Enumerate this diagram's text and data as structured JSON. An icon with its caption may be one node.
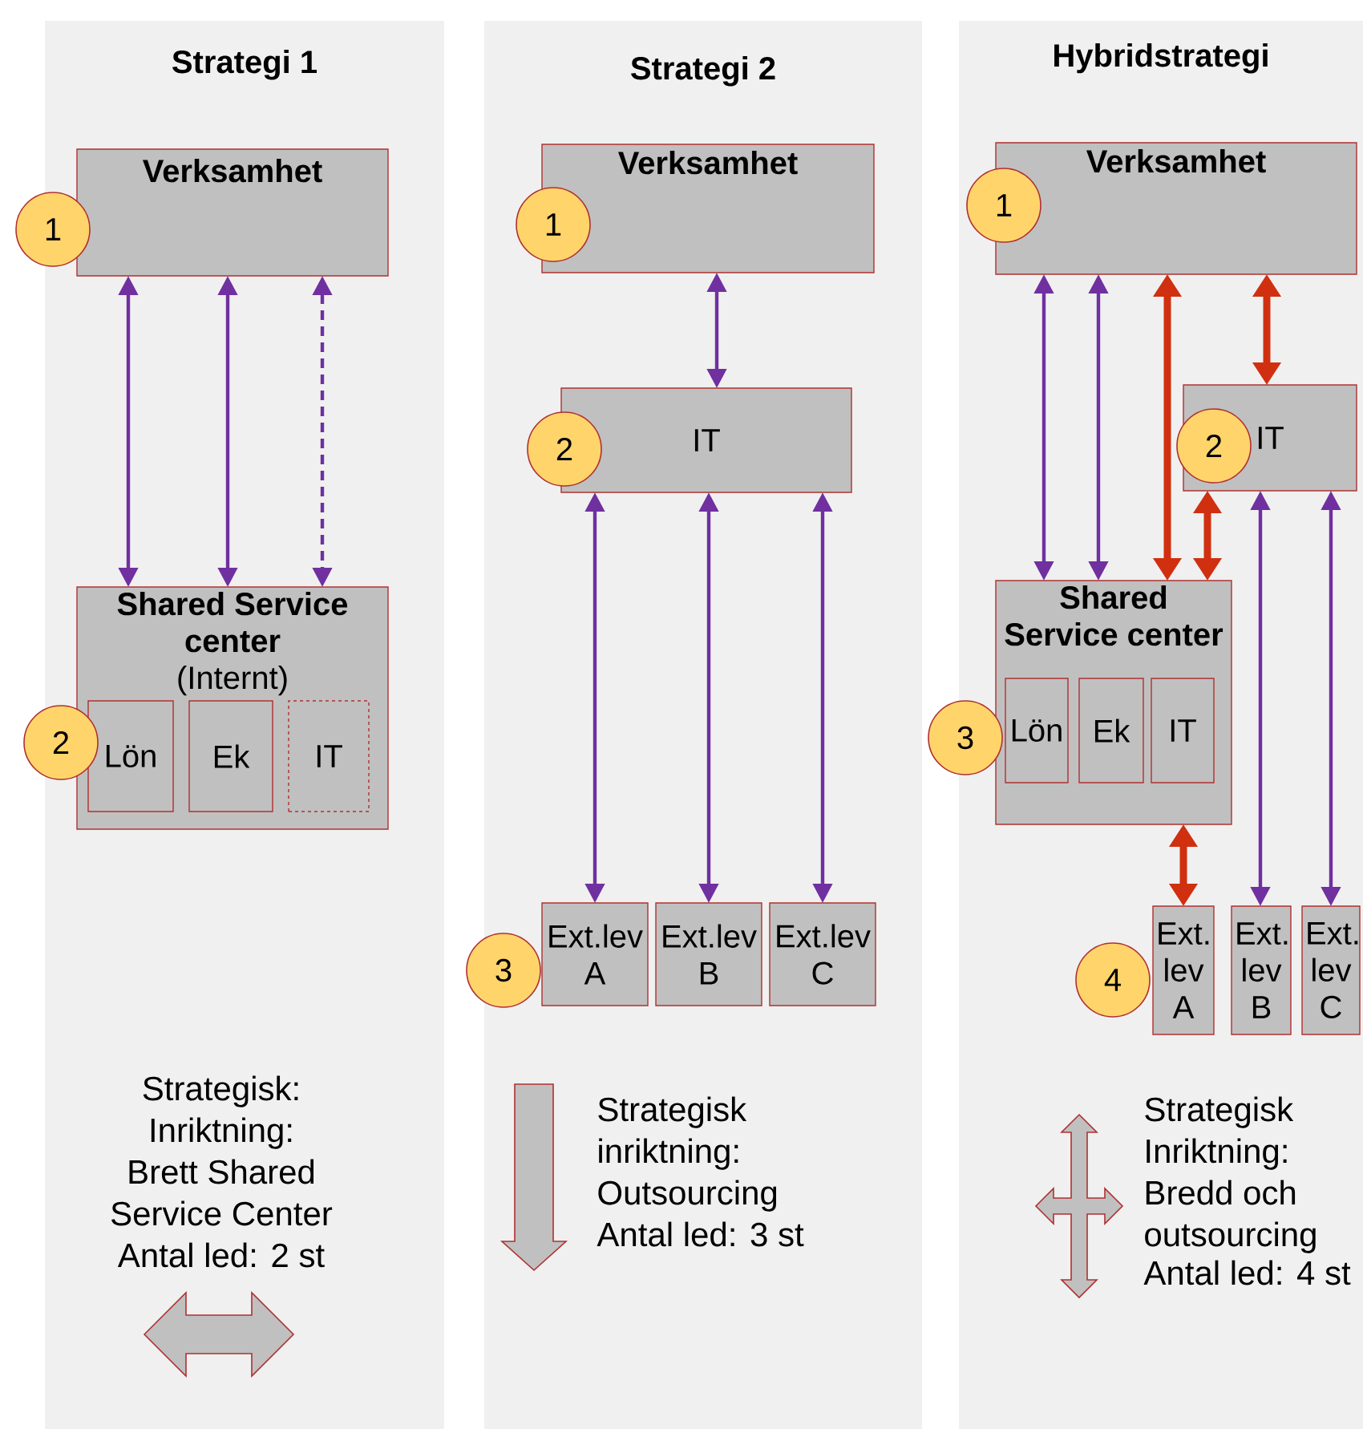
{
  "diagram": {
    "nodes": [
      {
        "text": [
          "Strategi 1"
        ]
      },
      {
        "text": [
          "Verksamhet"
        ],
        "in": 0
      },
      {
        "text": [
          "1"
        ]
      },
      {
        "text": [
          "Shared Service center",
          "(Internt)"
        ],
        "in": 0
      },
      {
        "text": [
          "Lön"
        ],
        "in": 3
      },
      {
        "text": [
          "Ek"
        ],
        "in": 3
      },
      {
        "text": [
          "IT"
        ],
        "in": 3
      },
      {
        "text": [
          "2"
        ]
      },
      {
        "text": [
          "Strategi 2"
        ]
      },
      {
        "text": [
          "Verksamhet"
        ],
        "in": 8
      },
      {
        "text": [
          "1"
        ],
        "in": 8
      },
      {
        "text": [
          "IT"
        ],
        "in": 8
      },
      {
        "text": [
          "2"
        ],
        "in": 8
      },
      {
        "text": [
          "Ext.lev A"
        ],
        "in": 8
      },
      {
        "text": [
          "Ext.lev B"
        ],
        "in": 8
      },
      {
        "text": [
          "Ext.lev C"
        ],
        "in": 8
      },
      {
        "text": [
          "3"
        ]
      },
      {
        "text": [
          "Hybridstrategi"
        ]
      },
      {
        "text": [
          "Verksamhet"
        ],
        "in": 17
      },
      {
        "text": [
          "1"
        ],
        "in": 17
      },
      {
        "text": [
          "IT"
        ],
        "in": 17
      },
      {
        "text": [
          "2"
        ],
        "in": 17
      },
      {
        "text": [
          "Shared Service center"
        ],
        "in": 17
      },
      {
        "text": [
          "Lön"
        ],
        "in": 22
      },
      {
        "text": [
          "Ek"
        ],
        "in": 22
      },
      {
        "text": [
          "IT"
        ],
        "in": 22
      },
      {
        "text": [
          "3"
        ]
      },
      {
        "text": [
          "Ext. lev A"
        ],
        "in": 17
      },
      {
        "text": [
          "Ext. lev B"
        ],
        "in": 17
      },
      {
        "text": [
          "Ext. lev C"
        ],
        "in": 17
      },
      {
        "text": [
          "4"
        ],
        "in": 17
      }
    ],
    "edges": [
      {
        "from": 1,
        "to": 3,
        "arrow": "both"
      },
      {
        "from": 1,
        "to": 3,
        "arrow": "both"
      },
      {
        "from": 1,
        "to": 3,
        "arrow": "both",
        "style": "dashed"
      },
      {
        "from": 9,
        "to": 11,
        "arrow": "both"
      },
      {
        "from": 11,
        "to": 13,
        "arrow": "both"
      },
      {
        "from": 11,
        "to": 14,
        "arrow": "both"
      },
      {
        "from": 11,
        "to": 15,
        "arrow": "both"
      },
      {
        "from": 18,
        "to": 22,
        "arrow": "both"
      },
      {
        "from": 18,
        "to": 22,
        "arrow": "both"
      },
      {
        "from": 18,
        "to": 22,
        "arrow": "both",
        "style": "thick",
        "color": "#d0300f"
      },
      {
        "from": 18,
        "to": 20,
        "arrow": "both",
        "style": "thick",
        "color": "#d0300f"
      },
      {
        "from": 20,
        "to": 22,
        "arrow": "both",
        "style": "thick",
        "color": "#d0300f"
      },
      {
        "from": 22,
        "to": 27,
        "arrow": "both",
        "style": "thick",
        "color": "#d0300f"
      },
      {
        "from": 20,
        "to": 28,
        "arrow": "both"
      },
      {
        "from": 20,
        "to": 29,
        "arrow": "both"
      }
    ],
    "labels": [
      "Strategisk: Inriktning:",
      "Brett Shared Service Center",
      "Antal led: 2 st",
      "Strategisk inriktning: Outsourcing",
      "Antal led: 3 st",
      "Strategisk Inriktning: Bredd och outsourcing",
      "Antal led: 4 st"
    ]
  }
}
